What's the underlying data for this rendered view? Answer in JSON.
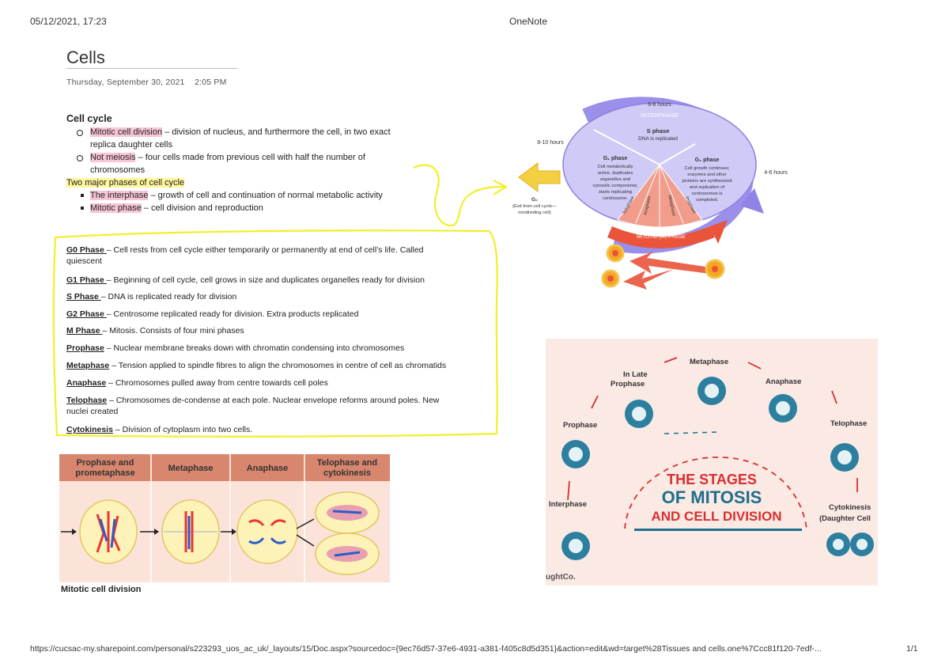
{
  "header": {
    "datetime": "05/12/2021, 17:23",
    "app": "OneNote"
  },
  "page": {
    "title": "Cells",
    "date": "Thursday, September 30, 2021",
    "time": "2:05 PM"
  },
  "cell_cycle": {
    "heading": "Cell cycle",
    "items": [
      {
        "term": "Mitotic cell division",
        "rest": " – division of nucleus, and furthermore the cell, in two exact",
        "cont": "replica daughter cells"
      },
      {
        "term": "Not meiosis",
        "rest": " – four cells made from previous cell with half the number of",
        "cont": "chromosomes"
      }
    ],
    "subheading": "Two major phases of cell cycle",
    "phases": [
      {
        "term": "The interphase",
        "rest": " – growth of cell and continuation of normal metabolic activity"
      },
      {
        "term": "Mitotic phase",
        "rest": " – cell division and reproduction"
      }
    ]
  },
  "phase_list": [
    {
      "term": "G0 Phase ",
      "rest": "– Cell rests from cell cycle either temporarily or permanently at end of cell’s life. Called",
      "cont": "quiescent"
    },
    {
      "term": "G1 Phase ",
      "rest": "– Beginning of cell cycle, cell grows in size and duplicates organelles ready for division"
    },
    {
      "term": "S Phase ",
      "rest": "– DNA is replicated ready for division"
    },
    {
      "term": "G2 Phase ",
      "rest": "– Centrosome replicated ready for division. Extra products replicated"
    },
    {
      "term": "M Phase ",
      "rest": "– Mitosis. Consists of four mini phases"
    },
    {
      "term": "Prophase",
      "rest": " – Nuclear membrane breaks down with chromatin condensing into chromosomes"
    },
    {
      "term": "Metaphase",
      "rest": " – Tension applied to spindle fibres to align the chromosomes in centre of cell as chromatids"
    },
    {
      "term": "Anaphase",
      "rest": " – Chromosomes pulled away from centre towards cell poles"
    },
    {
      "term": "Telophase",
      "rest": " – Chromosomes de-condense at each pole. Nuclear envelope reforms around poles. New",
      "cont": "nuclei created"
    },
    {
      "term": "Cytokinesis",
      "rest": " – Division of cytoplasm into two cells."
    }
  ],
  "wheel": {
    "top_hours": "6-8 hours",
    "left_hours": "8-10 hours",
    "right_hours": "4-6 hours",
    "interphase": "INTERPHASE",
    "s_title": "S phase",
    "s_desc": "DNA is replicated",
    "g1_title": "G₁ phase",
    "g1_desc": [
      "Cell metabolically",
      "active, duplicates",
      "organelles and",
      "cytosolic components;",
      "starts replicating",
      "centrosome."
    ],
    "g2_title": "G₂ phase",
    "g2_desc": [
      "Cell growth continues;",
      "enzymes and other",
      "proteins are synthesized",
      "and replication of",
      "centrosomes is",
      "completed."
    ],
    "g0_title": "G₀",
    "g0_desc": [
      "(Exit from cell cycle—",
      "nondividing cell)"
    ],
    "mitotic": "MITOTIC (M) PHASE",
    "sub": [
      "Telophase",
      "Anaphase",
      "Metaphase",
      "Prophase"
    ]
  },
  "mitosis_table": {
    "headers": [
      "Prophase and prometaphase",
      "Metaphase",
      "Anaphase",
      "Telophase and cytokinesis"
    ],
    "caption": "Mitotic cell division"
  },
  "stages": {
    "title1": "THE STAGES",
    "title2": "OF MITOSIS",
    "title3": "AND CELL DIVISION",
    "labels": {
      "interphase": "Interphase",
      "prophase": "Prophase",
      "late_prophase_1": "In Late",
      "late_prophase_2": "Prophase",
      "metaphase": "Metaphase",
      "anaphase": "Anaphase",
      "telophase": "Telophase",
      "cytokinesis_1": "Cytokinesis",
      "cytokinesis_2": "(Daughter Cell"
    },
    "logo": "ughtCo."
  },
  "footer": {
    "url": "https://cucsac-my.sharepoint.com/personal/s223293_uos_ac_uk/_layouts/15/Doc.aspx?sourcedoc={9ec76d57-37e6-4931-a381-f405c8d5d351}&action=edit&wd=target%28Tissues and cells.one%7Ccc81f120-7edf-...",
    "page": "1/1"
  },
  "colors": {
    "pink_highlight": "#f7c5d5",
    "yellow_highlight": "#fff59a",
    "yellow_ink": "#f3ee2a",
    "wheel_purple": "#8f83e8",
    "mitotic_red": "#e9543b",
    "stages_red": "#d8302f",
    "stages_teal": "#1f6f8b"
  }
}
